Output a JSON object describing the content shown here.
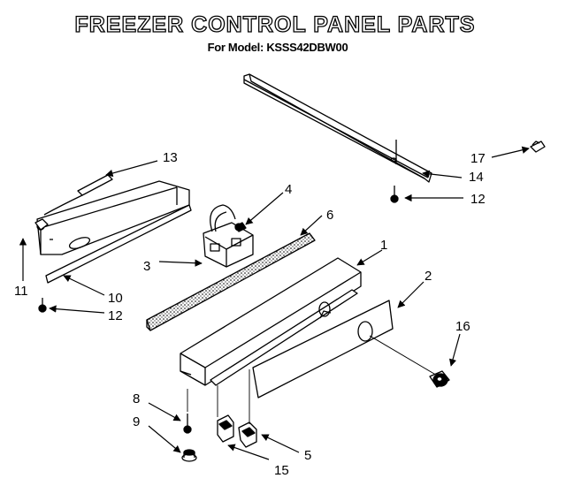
{
  "title": "FREEZER CONTROL PANEL PARTS",
  "subtitle": "For Model: KSSS42DBW00",
  "callouts": {
    "p1": "1",
    "p2": "2",
    "p3": "3",
    "p4": "4",
    "p5": "5",
    "p6": "6",
    "p8": "8",
    "p9": "9",
    "p10": "10",
    "p11": "11",
    "p12a": "12",
    "p12b": "12",
    "p13": "13",
    "p14": "14",
    "p15": "15",
    "p16": "16",
    "p17": "17"
  }
}
